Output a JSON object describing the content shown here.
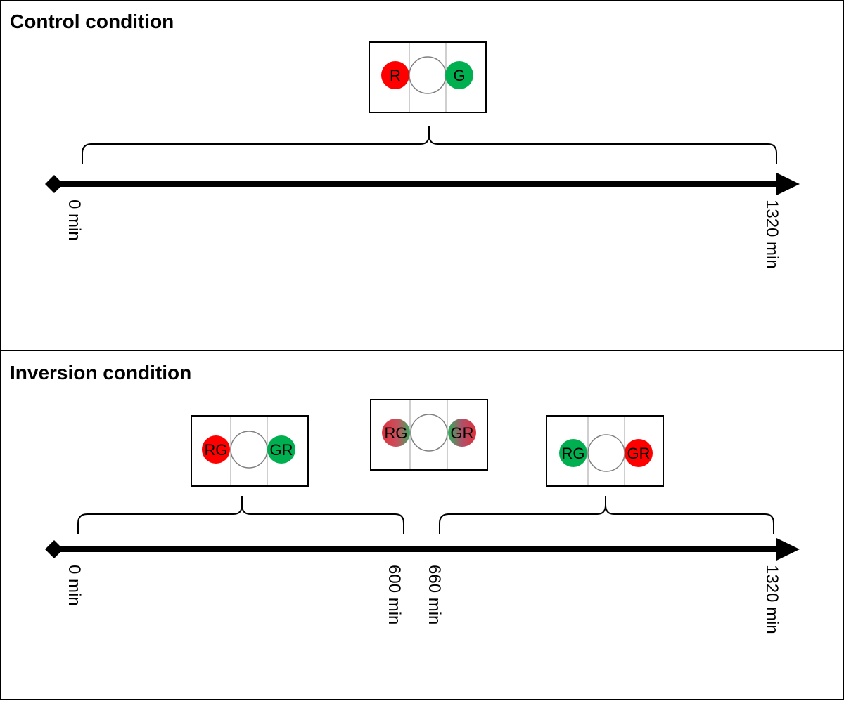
{
  "colors": {
    "red": "#ff0000",
    "green": "#00b050",
    "mixed": "#c8505e",
    "line": "#000000",
    "divider": "#bfbfbf"
  },
  "panels": [
    {
      "title": "Control condition",
      "timeline": {
        "start": 0,
        "end": 1320,
        "ticks": [
          {
            "value": 0,
            "label": "0 min"
          },
          {
            "value": 1320,
            "label": "1320 min"
          }
        ]
      },
      "periods": [
        {
          "from": 0,
          "to": 1320,
          "left": {
            "label": "R",
            "fill": "red"
          },
          "right": {
            "label": "G",
            "fill": "green"
          }
        }
      ]
    },
    {
      "title": "Inversion condition",
      "timeline": {
        "start": 0,
        "end": 1320,
        "ticks": [
          {
            "value": 0,
            "label": "0 min"
          },
          {
            "value": 600,
            "label": "600 min"
          },
          {
            "value": 660,
            "label": "660 min"
          },
          {
            "value": 1320,
            "label": "1320 min"
          }
        ]
      },
      "periods": [
        {
          "from": 0,
          "to": 600,
          "left": {
            "label": "RG",
            "fill": "red"
          },
          "right": {
            "label": "GR",
            "fill": "green"
          }
        },
        {
          "transition": true,
          "from": 600,
          "to": 660,
          "left": {
            "label": "RG",
            "fill": "mixed"
          },
          "right": {
            "label": "GR",
            "fill": "mixed"
          }
        },
        {
          "from": 660,
          "to": 1320,
          "left": {
            "label": "RG",
            "fill": "green"
          },
          "right": {
            "label": "GR",
            "fill": "red"
          }
        }
      ]
    }
  ]
}
